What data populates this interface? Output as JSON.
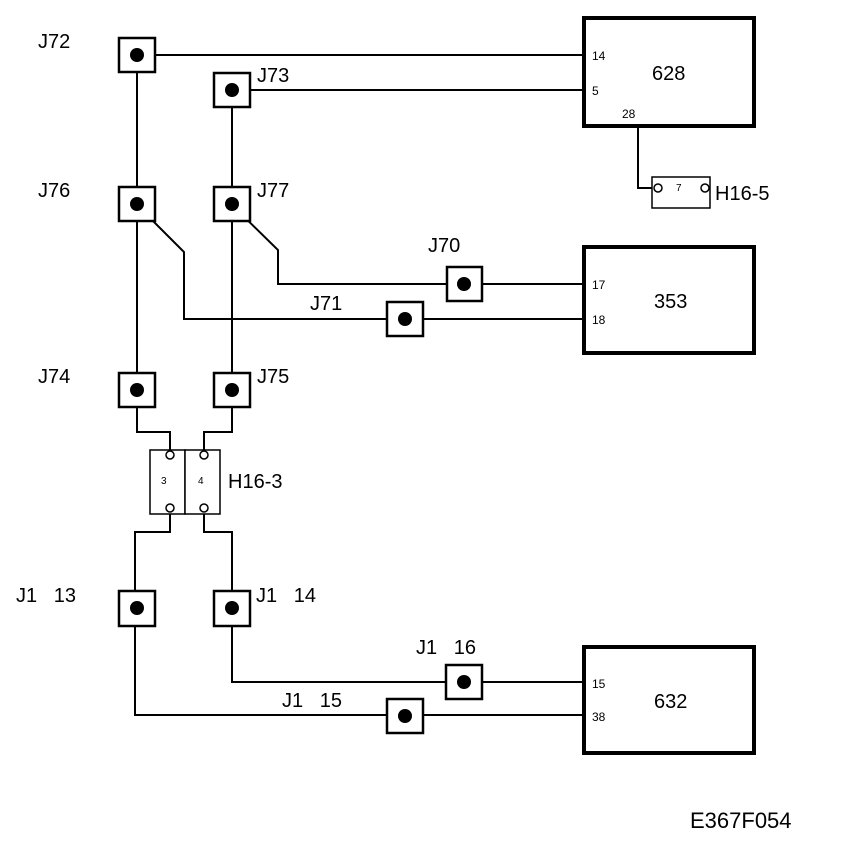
{
  "figure_id": "E367F054",
  "modules": {
    "m628": {
      "label": "628",
      "pins": {
        "a": "14",
        "b": "5",
        "c": "28"
      }
    },
    "m353": {
      "label": "353",
      "pins": {
        "a": "17",
        "b": "18"
      }
    },
    "m632": {
      "label": "632",
      "pins": {
        "a": "15",
        "b": "38"
      }
    }
  },
  "connectors": {
    "h16_5": {
      "label": "H16-5",
      "pin": "7"
    },
    "h16_3": {
      "label": "H16-3",
      "pin_left": "3",
      "pin_right": "4"
    }
  },
  "junctions": {
    "j72": "J72",
    "j73": "J73",
    "j76": "J76",
    "j77": "J77",
    "j70": "J70",
    "j71": "J71",
    "j74": "J74",
    "j75": "J75",
    "j1_13": "J1   13",
    "j1_14": "J1   14",
    "j1_16": "J1   16",
    "j1_15": "J1   15"
  }
}
